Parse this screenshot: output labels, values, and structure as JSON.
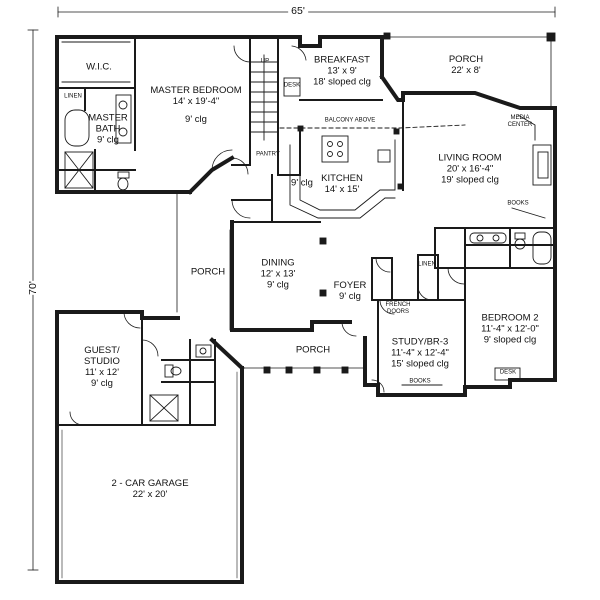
{
  "overall": {
    "width": "65'",
    "depth": "70'"
  },
  "rooms": {
    "breakfast": {
      "name": "BREAKFAST",
      "dims": "13' x 9'",
      "ceiling": "18' sloped clg"
    },
    "porch_rear": {
      "name": "PORCH",
      "dims": "22' x 8'"
    },
    "wic": {
      "name": "W.I.C."
    },
    "master_bedroom": {
      "name": "MASTER BEDROOM",
      "dims": "14' x 19'-4\"",
      "ceiling": "9' clg"
    },
    "master_bath": {
      "name_line1": "MASTER",
      "name_line2": "BATH",
      "ceiling": "9' clg"
    },
    "living_room": {
      "name": "LIVING ROOM",
      "dims": "20' x 16'-4\"",
      "ceiling": "19' sloped clg"
    },
    "kitchen": {
      "name": "KITCHEN",
      "dims": "14' x 15'",
      "ceiling": "9' clg"
    },
    "dining": {
      "name": "DINING",
      "dims": "12' x 13'",
      "ceiling": "9' clg"
    },
    "foyer": {
      "name": "FOYER",
      "ceiling": "9' clg"
    },
    "porch_left": {
      "name": "PORCH"
    },
    "porch_front": {
      "name": "PORCH"
    },
    "bedroom2": {
      "name": "BEDROOM 2",
      "dims": "11'-4\" x 12'-0\"",
      "ceiling": "9' sloped clg"
    },
    "study": {
      "name": "STUDY/BR-3",
      "dims": "11'-4\" x 12'-4\"",
      "ceiling": "15' sloped clg"
    },
    "guest": {
      "name_line1": "GUEST/",
      "name_line2": "STUDIO",
      "dims": "11' x 12'",
      "ceiling": "9' clg"
    },
    "garage": {
      "name": "2 - CAR GARAGE",
      "dims": "22' x 20'"
    }
  },
  "notes": {
    "up": "UP",
    "desk": "DESK",
    "linen": "LINEN",
    "pantry": "PANTRY",
    "balcony_above": "BALCONY ABOVE",
    "media_center_line1": "MEDIA",
    "media_center_line2": "CENTER",
    "books": "BOOKS",
    "french_doors_line1": "FRENCH",
    "french_doors_line2": "DOORS"
  },
  "colors": {
    "wall": "#1a1a1a",
    "line": "#222222",
    "background": "#ffffff"
  }
}
